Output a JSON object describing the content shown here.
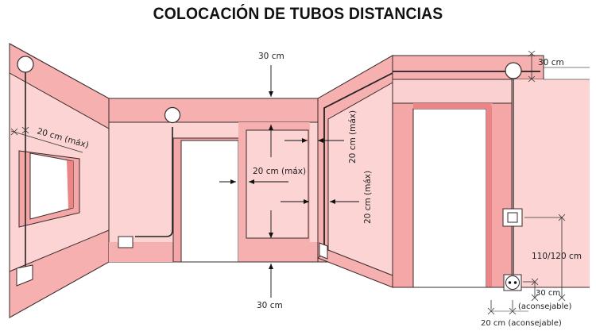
{
  "title": "COLOCACIÓN DE TUBOS DISTANCIAS",
  "colors": {
    "wall_light": "#fcd4d4",
    "wall_band": "#f7b0b0",
    "frame": "#f5a7a7",
    "frame_dark": "#ec8585",
    "line": "#3a2a2a",
    "background": "#ffffff"
  },
  "labels": {
    "top_ceiling": "30 cm",
    "top_floor": "30 cm",
    "left_window": "20 cm (máx)",
    "center_door": "20 cm (máx)",
    "corner_upper": "20 cm (máx)",
    "corner_lower": "20 cm (máx)",
    "right_ceiling": "30 cm",
    "switch_height": "110/120 cm",
    "socket_height": "30 cm",
    "socket_note": "(aconsejable)",
    "door_side": "20 cm (aconsejable)"
  },
  "elements": {
    "ceiling_lights": [
      "left-wall-light",
      "back-wall-light",
      "right-wall-light"
    ],
    "junction_boxes": [
      "left-floor-box",
      "back-floor-box",
      "corner-floor-box"
    ],
    "switch": "light-switch",
    "socket": "power-socket"
  }
}
